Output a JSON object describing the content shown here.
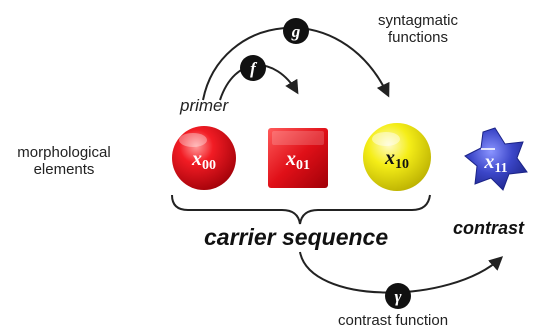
{
  "labels": {
    "syntagmatic_line1": "syntagmatic",
    "syntagmatic_line2": "functions",
    "primer": "primer",
    "morphological_line1": "morphological",
    "morphological_line2": "elements",
    "carrier_sequence": "carrier sequence",
    "contrast": "contrast",
    "contrast_function": "contrast function"
  },
  "function_badges": {
    "f": "f",
    "g": "g",
    "gamma": "γ"
  },
  "elements": [
    {
      "symbol": "x",
      "subscript": "00",
      "overline": false,
      "shape": "sphere",
      "color": "#e8101a"
    },
    {
      "symbol": "x",
      "subscript": "01",
      "overline": false,
      "shape": "square",
      "color": "#e01018"
    },
    {
      "symbol": "x",
      "subscript": "10",
      "overline": false,
      "shape": "sphere",
      "color": "#f2ec12"
    },
    {
      "symbol": "x",
      "subscript": "11",
      "overline": true,
      "shape": "star",
      "color": "#3b46c8"
    }
  ],
  "colors": {
    "arrow": "#222222",
    "badge": "#111111",
    "text": "#222222"
  }
}
